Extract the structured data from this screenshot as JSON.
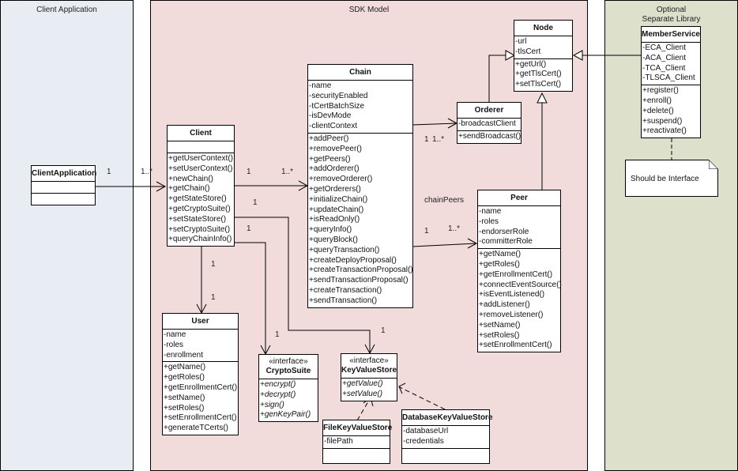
{
  "regions": {
    "client_app": {
      "title": "Client Application",
      "color": "#e8edf4"
    },
    "sdk": {
      "title": "SDK Model",
      "color": "#f1dcdb"
    },
    "optional": {
      "title_line1": "Optional",
      "title_line2": "Separate Library",
      "color": "#dde0cb"
    }
  },
  "classes": {
    "client_application": {
      "name": "ClientApplication",
      "attributes": [],
      "methods": []
    },
    "client": {
      "name": "Client",
      "attributes": [],
      "methods": [
        "+getUserContext()",
        "+setUserContext()",
        "+newChain()",
        "+getChain()",
        "+getStateStore()",
        "+getCryptoSuite()",
        "+setStateStore()",
        "+setCryptoSuite()",
        "+queryChainInfo()"
      ]
    },
    "chain": {
      "name": "Chain",
      "attributes": [
        "-name",
        "-securityEnabled",
        "-tCertBatchSize",
        "-isDevMode",
        "-clientContext"
      ],
      "methods": [
        "+addPeer()",
        "+removePeer()",
        "+getPeers()",
        "+addOrderer()",
        "+removeOrderer()",
        "+getOrderers()",
        "+initializeChain()",
        "+updateChain()",
        "+isReadOnly()",
        "+queryInfo()",
        "+queryBlock()",
        "+queryTransaction()",
        "+createDeployProposal()",
        "+createTransactionProposal()",
        "+sendTransactionProposal()",
        "+createTransaction()",
        "+sendTransaction()"
      ]
    },
    "node": {
      "name": "Node",
      "attributes": [
        "-url",
        "-tlsCert"
      ],
      "methods": [
        "+getUrl()",
        "+getTlsCert()",
        "+setTlsCert()"
      ]
    },
    "orderer": {
      "name": "Orderer",
      "attributes": [
        "-broadcastClient"
      ],
      "methods": [
        "+sendBroadcast()"
      ]
    },
    "peer": {
      "name": "Peer",
      "attributes": [
        "-name",
        "-roles",
        "-endorserRole",
        "-committerRole"
      ],
      "methods": [
        "+getName()",
        "+getRoles()",
        "+getEnrollmentCert()",
        "+connectEventSource()",
        "+isEventListened()",
        "+addListener()",
        "+removeListener()",
        "+setName()",
        "+setRoles()",
        "+setEnrollmentCert()"
      ]
    },
    "user": {
      "name": "User",
      "attributes": [
        "-name",
        "-roles",
        "-enrollment"
      ],
      "methods": [
        "+getName()",
        "+getRoles()",
        "+getEnrollmentCert()",
        "+setName()",
        "+setRoles()",
        "+setEnrollmentCert()",
        "+generateTCerts()"
      ]
    },
    "crypto_suite": {
      "stereotype": "«interface»",
      "name": "CryptoSuite",
      "methods": [
        "+encrypt()",
        "+decrypt()",
        "+sign()",
        "+genKeyPair()"
      ]
    },
    "key_value_store": {
      "stereotype": "«interface»",
      "name": "KeyValueStore",
      "methods": [
        "+getValue()",
        "+setValue()"
      ]
    },
    "file_kvs": {
      "name": "FileKeyValueStore",
      "attributes": [
        "-filePath"
      ],
      "methods": []
    },
    "db_kvs": {
      "name": "DatabaseKeyValueStore",
      "attributes": [
        "-databaseUrl",
        "-credentials"
      ],
      "methods": []
    },
    "member_service": {
      "name": "MemberService",
      "attributes": [
        "-ECA_Client",
        "-ACA_Client",
        "-TCA_Client",
        "-TLSCA_Client"
      ],
      "methods": [
        "+register()",
        "+enroll()",
        "+delete()",
        "+suspend()",
        "+reactivate()"
      ]
    }
  },
  "note": {
    "text": "Should be Interface"
  },
  "labels": {
    "app_client_src": "1",
    "app_client_dst": "1..*",
    "client_chain_src": "1",
    "client_chain_dst": "1..*",
    "chain_orderer_src": "1",
    "chain_orderer_dst": "1..*",
    "chain_peer_role": "chainPeers",
    "chain_peer_src": "1",
    "chain_peer_dst": "1..*",
    "client_user_src": "1",
    "client_user_dst": "1",
    "client_crypto_src": "1",
    "client_crypto_dst": "1",
    "client_kvs_src": "1",
    "client_kvs_dst": "1"
  }
}
